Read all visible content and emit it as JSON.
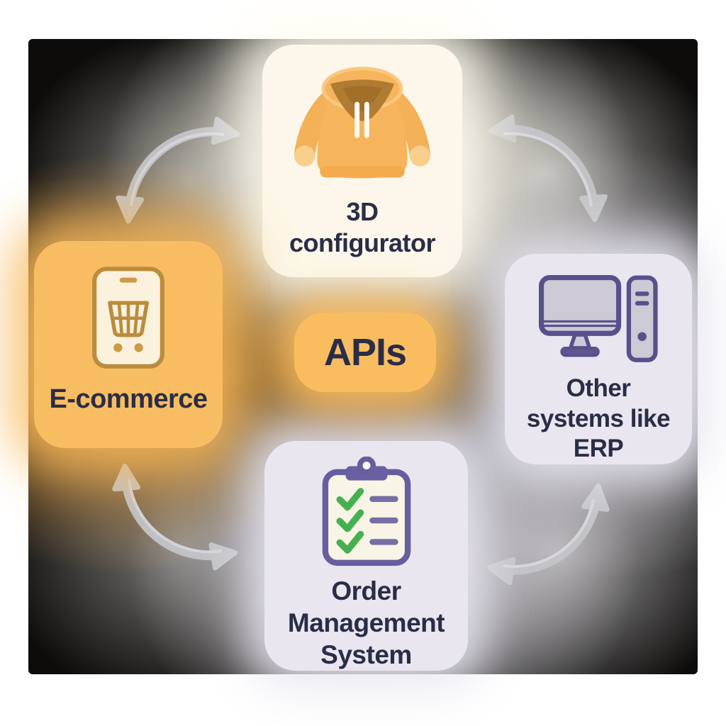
{
  "diagram": {
    "center": {
      "label": "APIs"
    },
    "nodes": {
      "configurator": {
        "label": "3D\nconfigurator",
        "icon": "hoodie-icon"
      },
      "ecommerce": {
        "label": "E-commerce",
        "icon": "mobile-shopping-cart-icon"
      },
      "erp": {
        "label": "Other\nsystems like\nERP",
        "icon": "desktop-computer-icon"
      },
      "oms": {
        "label": "Order\nManagement\nSystem",
        "icon": "clipboard-checklist-icon"
      }
    },
    "arrows": [
      {
        "between": [
          "ecommerce",
          "configurator"
        ],
        "bidirectional": true
      },
      {
        "between": [
          "configurator",
          "erp"
        ],
        "bidirectional": true
      },
      {
        "between": [
          "ecommerce",
          "oms"
        ],
        "bidirectional": true
      },
      {
        "between": [
          "oms",
          "erp"
        ],
        "bidirectional": true
      }
    ],
    "colors": {
      "accent_orange": "#f8bd62",
      "cream_card": "#fcf7ea",
      "lavender_card": "#e9e6f0",
      "text_navy": "#2a2d47",
      "icon_purple": "#57508a",
      "icon_gold": "#bb8c3e",
      "check_green": "#46b050",
      "arrow_gray": "#c6c6ca",
      "background_dark": "#0d0c0b"
    }
  }
}
